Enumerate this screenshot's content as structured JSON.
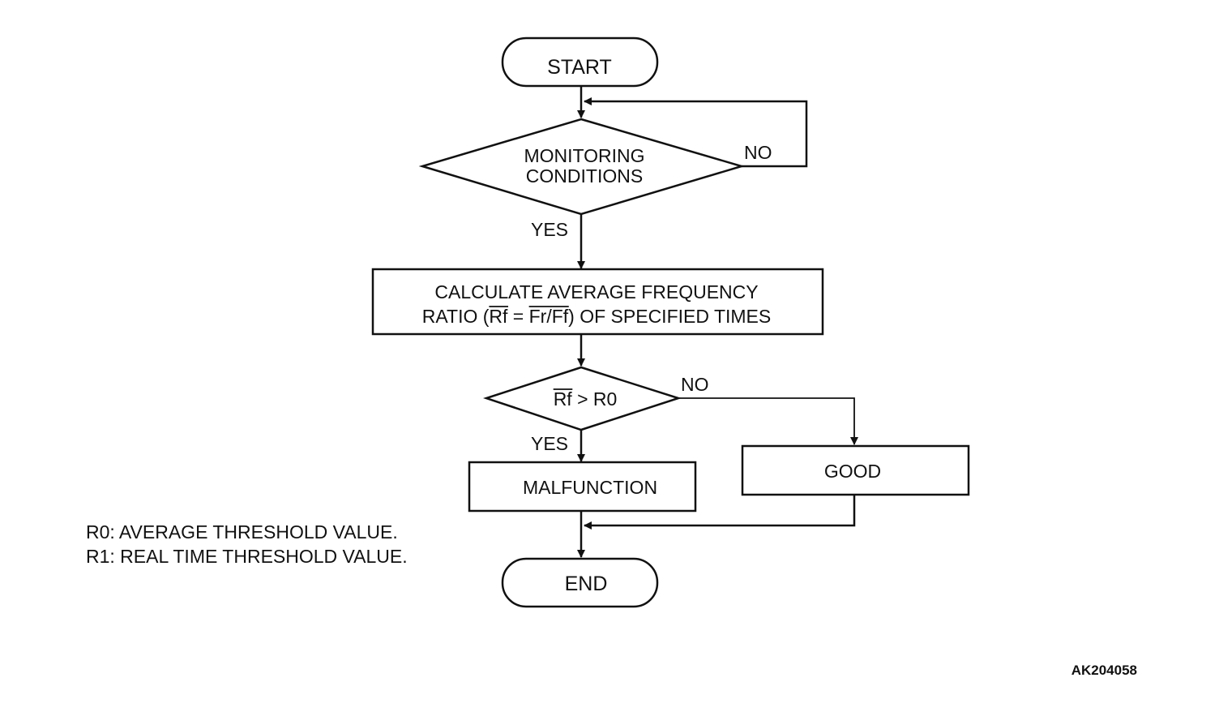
{
  "flowchart": {
    "start_label": "START",
    "decision1": {
      "line1": "MONITORING",
      "line2": "CONDITIONS",
      "no_label": "NO",
      "yes_label": "YES"
    },
    "process": {
      "line1": "CALCULATE AVERAGE FREQUENCY",
      "line2_prefix": "RATIO (",
      "line2_rf": "Rf",
      "line2_eq": " = ",
      "line2_frff": "Fr/Ff",
      "line2_suffix": ") OF SPECIFIED TIMES"
    },
    "decision2": {
      "rf": "Rf",
      "rest": " > R0",
      "no_label": "NO",
      "yes_label": "YES"
    },
    "malfunction_label": "MALFUNCTION",
    "good_label": "GOOD",
    "end_label": "END"
  },
  "legend": {
    "r0": "R0: AVERAGE THRESHOLD VALUE.",
    "r1": "R1: REAL TIME THRESHOLD VALUE."
  },
  "figure_id": "AK204058"
}
